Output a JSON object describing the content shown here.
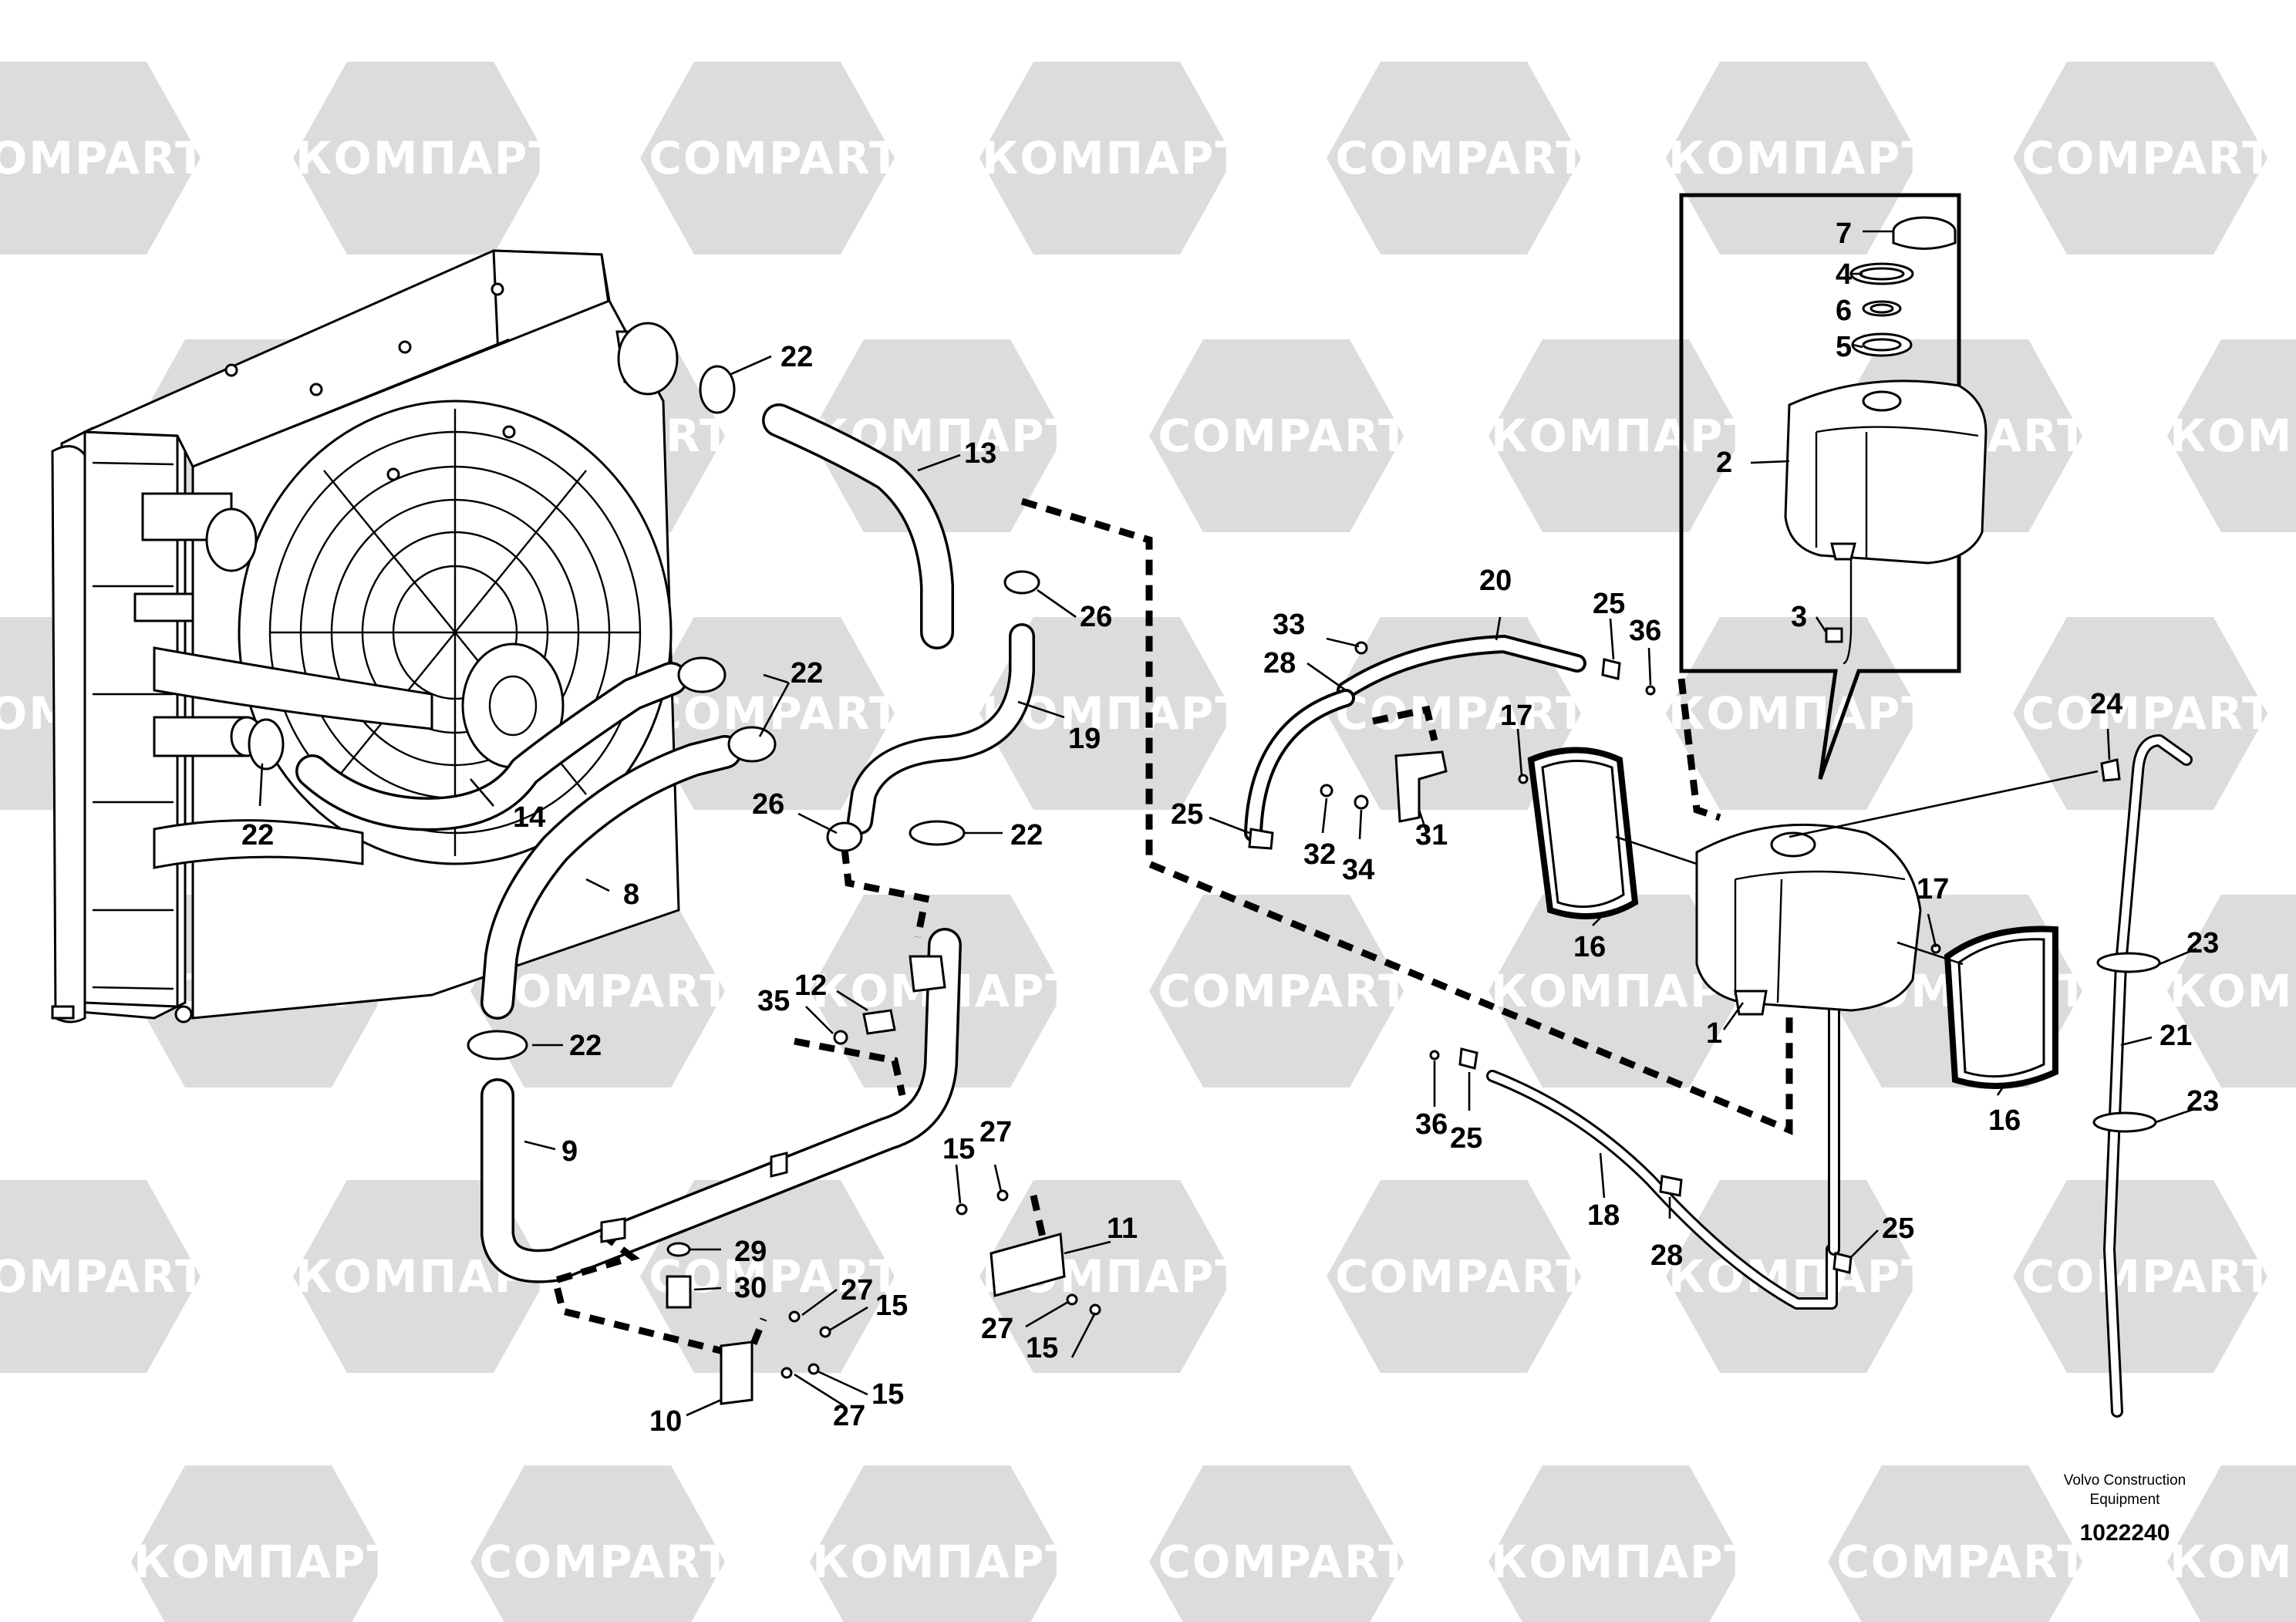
{
  "watermark": {
    "latin": "COMPART",
    "cyrillic": "КОМПАРТ"
  },
  "callouts": [
    {
      "id": "c1",
      "label": "1"
    },
    {
      "id": "c2",
      "label": "2"
    },
    {
      "id": "c3",
      "label": "3"
    },
    {
      "id": "c4",
      "label": "4"
    },
    {
      "id": "c5",
      "label": "5"
    },
    {
      "id": "c6",
      "label": "6"
    },
    {
      "id": "c7",
      "label": "7"
    },
    {
      "id": "c8",
      "label": "8"
    },
    {
      "id": "c9",
      "label": "9"
    },
    {
      "id": "c10",
      "label": "10"
    },
    {
      "id": "c11",
      "label": "11"
    },
    {
      "id": "c12",
      "label": "12"
    },
    {
      "id": "c13",
      "label": "13"
    },
    {
      "id": "c14",
      "label": "14"
    },
    {
      "id": "c15a",
      "label": "15"
    },
    {
      "id": "c15b",
      "label": "15"
    },
    {
      "id": "c15c",
      "label": "15"
    },
    {
      "id": "c15d",
      "label": "15"
    },
    {
      "id": "c16a",
      "label": "16"
    },
    {
      "id": "c16b",
      "label": "16"
    },
    {
      "id": "c17a",
      "label": "17"
    },
    {
      "id": "c17b",
      "label": "17"
    },
    {
      "id": "c18",
      "label": "18"
    },
    {
      "id": "c19",
      "label": "19"
    },
    {
      "id": "c20",
      "label": "20"
    },
    {
      "id": "c21",
      "label": "21"
    },
    {
      "id": "c22a",
      "label": "22"
    },
    {
      "id": "c22b",
      "label": "22"
    },
    {
      "id": "c22c",
      "label": "22"
    },
    {
      "id": "c22d",
      "label": "22"
    },
    {
      "id": "c22e",
      "label": "22"
    },
    {
      "id": "c23a",
      "label": "23"
    },
    {
      "id": "c23b",
      "label": "23"
    },
    {
      "id": "c24",
      "label": "24"
    },
    {
      "id": "c25a",
      "label": "25"
    },
    {
      "id": "c25b",
      "label": "25"
    },
    {
      "id": "c25c",
      "label": "25"
    },
    {
      "id": "c25d",
      "label": "25"
    },
    {
      "id": "c26a",
      "label": "26"
    },
    {
      "id": "c26b",
      "label": "26"
    },
    {
      "id": "c27a",
      "label": "27"
    },
    {
      "id": "c27b",
      "label": "27"
    },
    {
      "id": "c27c",
      "label": "27"
    },
    {
      "id": "c27d",
      "label": "27"
    },
    {
      "id": "c28a",
      "label": "28"
    },
    {
      "id": "c28b",
      "label": "28"
    },
    {
      "id": "c29",
      "label": "29"
    },
    {
      "id": "c30",
      "label": "30"
    },
    {
      "id": "c31",
      "label": "31"
    },
    {
      "id": "c32",
      "label": "32"
    },
    {
      "id": "c33",
      "label": "33"
    },
    {
      "id": "c34",
      "label": "34"
    },
    {
      "id": "c35",
      "label": "35"
    },
    {
      "id": "c36a",
      "label": "36"
    },
    {
      "id": "c36b",
      "label": "36"
    }
  ],
  "footer": {
    "company_line1": "Volvo Construction",
    "company_line2": "Equipment",
    "document_number": "1022240"
  }
}
